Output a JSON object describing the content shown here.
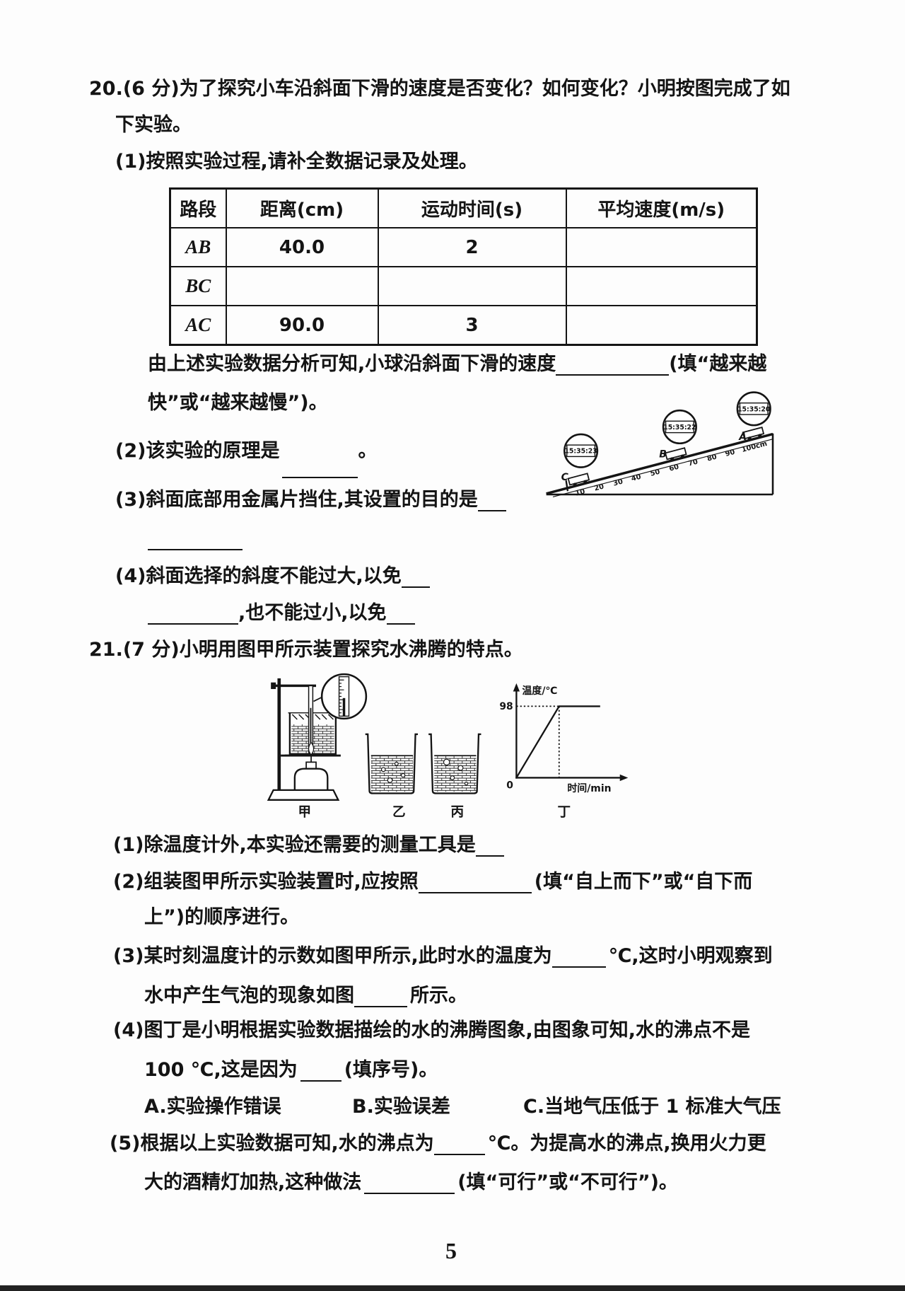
{
  "page_number": "5",
  "q20": {
    "stem_line1": "20.(6 分)为了探究小车沿斜面下滑的速度是否变化？如何变化？小明按图完成了如",
    "stem_line2": "下实验。",
    "part1": "(1)按照实验过程,请补全数据记录及处理。",
    "table": {
      "headers": [
        "路段",
        "距离(cm)",
        "运动时间(s)",
        "平均速度(m/s)"
      ],
      "rows": [
        [
          "AB",
          "40.0",
          "2",
          ""
        ],
        [
          "BC",
          "",
          "",
          ""
        ],
        [
          "AC",
          "90.0",
          "3",
          ""
        ]
      ]
    },
    "conclusion_a": "由上述实验数据分析可知,小球沿斜面下滑的速度",
    "conclusion_b": "(填“越来越",
    "conclusion_c": "快”或“越来越慢”)。",
    "part2_a": "(2)该实验的原理是",
    "part2_b": "。",
    "part3": "(3)斜面底部用金属片挡住,其设置的目的是",
    "part4_a": "(4)斜面选择的斜度不能过大,以免",
    "part4_b": ",也不能过小,以免",
    "figure": {
      "clocks": [
        {
          "point": "C",
          "time": "15:35:23"
        },
        {
          "point": "B",
          "time": "15:35:22"
        },
        {
          "point": "A",
          "time": "15:35:20"
        }
      ],
      "ruler_labels": [
        "10",
        "20",
        "30",
        "40",
        "50",
        "60",
        "70",
        "80",
        "90",
        "100cm"
      ]
    }
  },
  "q21": {
    "stem": "21.(7 分)小明用图甲所示装置探究水沸腾的特点。",
    "figure": {
      "labels": [
        "甲",
        "乙",
        "丙",
        "丁"
      ],
      "graph": {
        "y_label": "温度/℃",
        "x_label": "时间/min",
        "origin": "0",
        "plateau_value": "98"
      }
    },
    "p1": "(1)除温度计外,本实验还需要的测量工具是",
    "p2_a": "(2)组装图甲所示实验装置时,应按照",
    "p2_b": "(填“自上而下”或“自下而",
    "p2_c": "上”)的顺序进行。",
    "p3_a": "(3)某时刻温度计的示数如图甲所示,此时水的温度为",
    "p3_b": "℃,这时小明观察到",
    "p3_c": "水中产生气泡的现象如图",
    "p3_d": "所示。",
    "p4_a": "(4)图丁是小明根据实验数据描绘的水的沸腾图象,由图象可知,水的沸点不是",
    "p4_b": "100 ℃,这是因为",
    "p4_c": "(填序号)。",
    "options": [
      "A.实验操作错误",
      "B.实验误差",
      "C.当地气压低于 1 标准大气压"
    ],
    "p5_a": "(5)根据以上实验数据可知,水的沸点为",
    "p5_b": "℃。为提高水的沸点,换用火力更",
    "p5_c": "大的酒精灯加热,这种做法",
    "p5_d": "(填“可行”或“不可行”)。"
  }
}
